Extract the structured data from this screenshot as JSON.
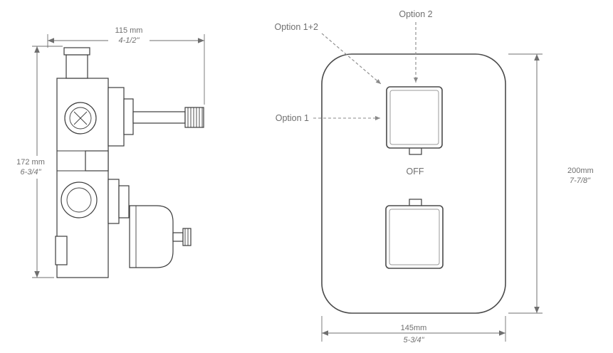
{
  "colors": {
    "drawing_line": "#3d3d3d",
    "plate_line": "#4a4a4a",
    "dimension_line": "#6f6f6f",
    "leader_line": "#8a8a8a",
    "text": "#6f6f6f",
    "background": "#ffffff"
  },
  "side_view": {
    "width_dimension": {
      "metric": "115 mm",
      "imperial": "4-1/2\""
    },
    "height_dimension": {
      "metric": "172 mm",
      "imperial": "6-3/4\""
    }
  },
  "front_view": {
    "labels": {
      "option_1_plus_2": "Option 1+2",
      "option_2": "Option 2",
      "option_1": "Option 1",
      "off": "OFF"
    },
    "height_dimension": {
      "metric": "200mm",
      "imperial": "7-7/8\""
    },
    "width_dimension": {
      "metric": "145mm",
      "imperial": "5-3/4\""
    }
  }
}
